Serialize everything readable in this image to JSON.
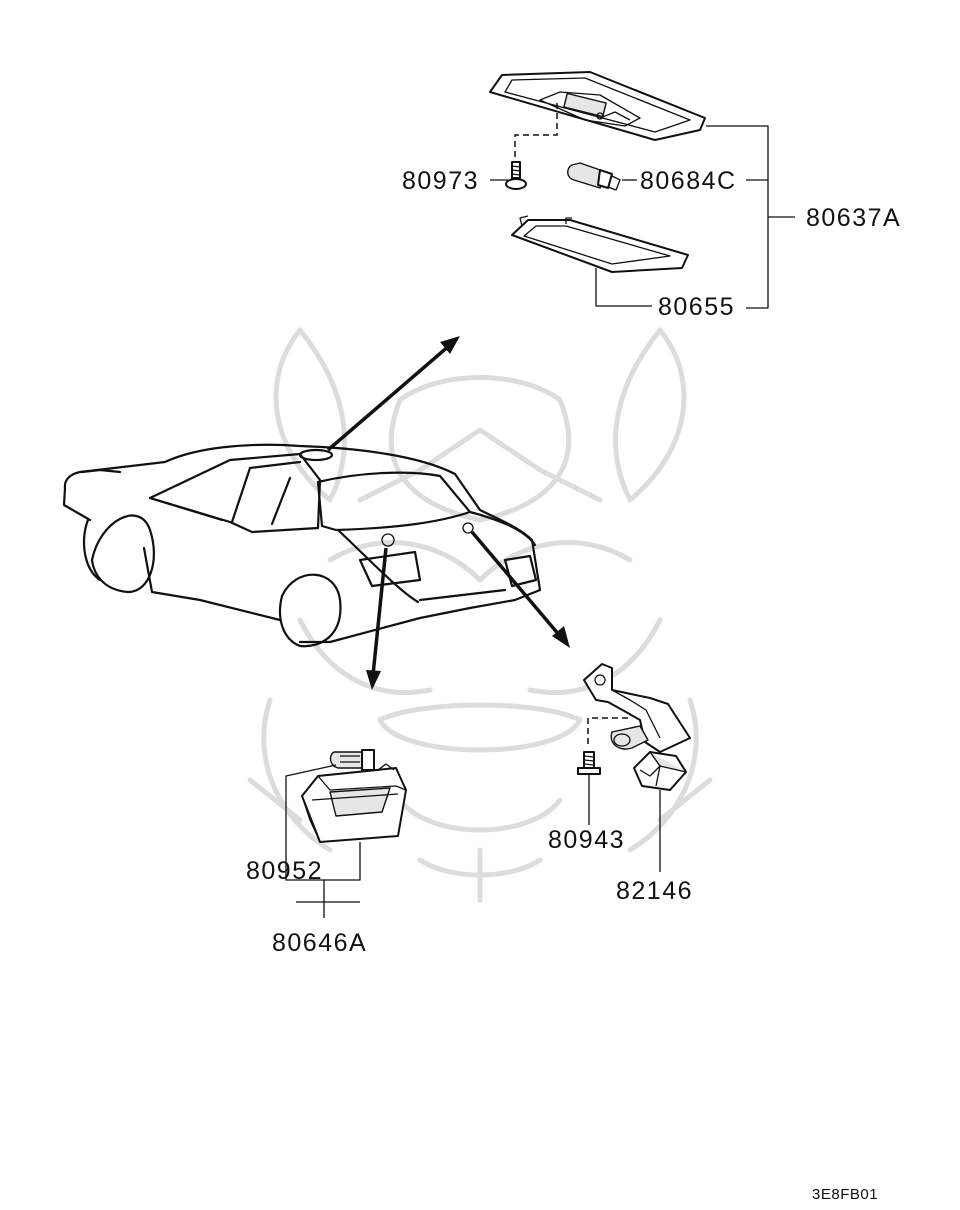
{
  "diagram_code": "3E8FB01",
  "callouts": {
    "dome_lamp_assembly": "80637A",
    "dome_lamp_screw": "80973",
    "dome_lamp_bulb": "80684C",
    "dome_lamp_lens": "80655",
    "license_lamp_assembly": "80646A",
    "license_lamp_bulb": "80952",
    "trunk_lamp_screw": "80943",
    "trunk_lamp_switch": "82146"
  },
  "icons": {
    "watermark": "samurai-mask-watermark-icon"
  }
}
